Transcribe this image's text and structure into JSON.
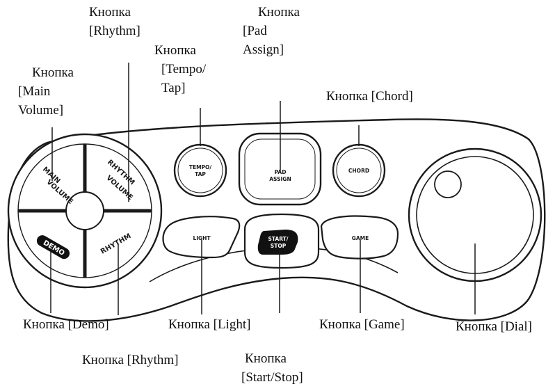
{
  "callouts": {
    "rhythm_top": [
      "Кнопка",
      "[Rhythm]"
    ],
    "pad_assign": [
      "Кнопка",
      "[Pad",
      "Assign]"
    ],
    "tempo_tap": [
      "Кнопка",
      "[Tempo/",
      "Tap]"
    ],
    "main_volume": [
      "Кнопка",
      "[Main",
      "Volume]"
    ],
    "chord": "Кнопка [Chord]",
    "demo": "Кнопка [Demo]",
    "light": "Кнопка [Light]",
    "game": "Кнопка [Game]",
    "dial": "Кнопка [Dial]",
    "rhythm_bottom": "Кнопка [Rhythm]",
    "start_stop": [
      "Кнопка",
      "[Start/Stop]"
    ]
  },
  "device_labels": {
    "main_volume": [
      "MAIN",
      "VOLUME"
    ],
    "rhythm_volume": [
      "RHYTHM",
      "VOLUME"
    ],
    "demo": "DEMO",
    "rhythm": "RHYTHM",
    "tempo_tap": [
      "TEMPO/",
      "TAP"
    ],
    "pad_assign": [
      "PAD",
      "ASSIGN"
    ],
    "chord": "CHORD",
    "light": "LIGHT",
    "start_stop": [
      "START/",
      "STOP"
    ],
    "game": "GAME"
  }
}
